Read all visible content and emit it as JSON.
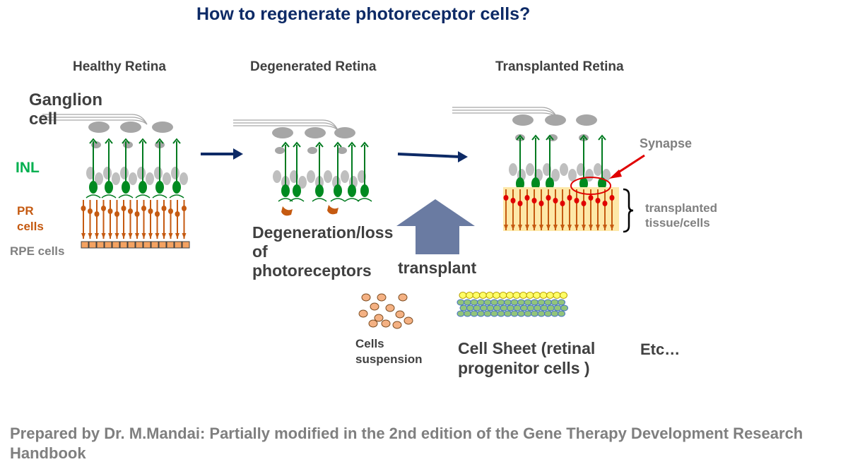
{
  "title": "How to regenerate photoreceptor cells?",
  "panels": {
    "healthy": "Healthy Retina",
    "degenerated": "Degenerated Retina",
    "transplanted": "Transplanted Retina"
  },
  "layer_labels": {
    "ganglion": "Ganglion cell",
    "inl": "INL",
    "pr": "PR cells",
    "rpe": "RPE cells"
  },
  "degeneration_text": "Degeneration/loss of photoreceptors",
  "transplant_label": "transplant",
  "synapse_label": "Synapse",
  "tissue_label": "transplanted tissue/cells",
  "methods": {
    "suspension": "Cells suspension",
    "sheet": "Cell Sheet (retinal progenitor cells )",
    "etc": "Etc…"
  },
  "footer": "Prepared by Dr. M.Mandai: Partially modified in the 2nd edition of the Gene Therapy Development Research Handbook",
  "colors": {
    "title": "#0d2a66",
    "inl": "#00b050",
    "pr": "#c55a11",
    "arrow": "#0d2a66",
    "transplant_arrow": "#6a7ba2",
    "red": "#e00000",
    "tissue_bg": "#fde8a8"
  }
}
